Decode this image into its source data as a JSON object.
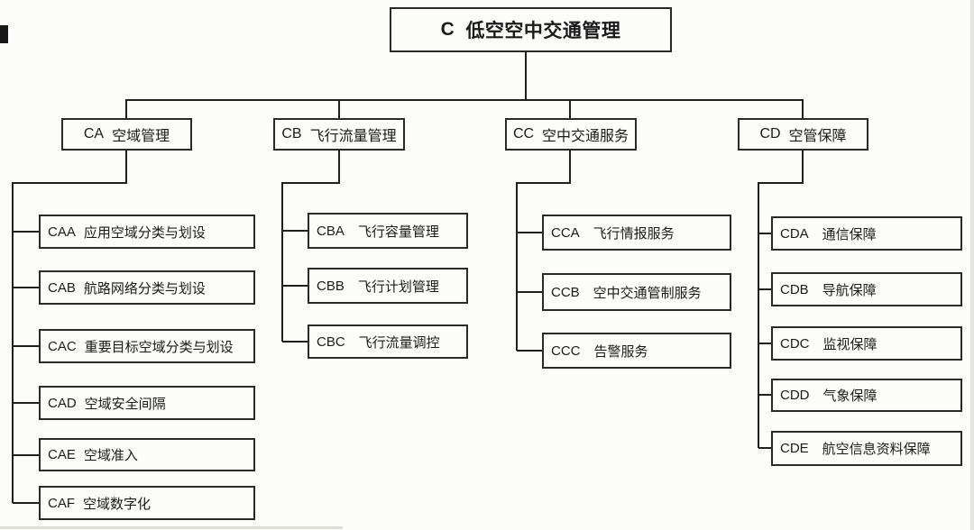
{
  "tree": {
    "root": {
      "code": "C",
      "name": "低空空中交通管理"
    },
    "branches": [
      {
        "code": "CA",
        "name": "空域管理",
        "children": [
          {
            "code": "CAA",
            "name": "应用空域分类与划设"
          },
          {
            "code": "CAB",
            "name": "航路网络分类与划设"
          },
          {
            "code": "CAC",
            "name": "重要目标空域分类与划设"
          },
          {
            "code": "CAD",
            "name": "空域安全间隔"
          },
          {
            "code": "CAE",
            "name": "空域准入"
          },
          {
            "code": "CAF",
            "name": "空域数字化"
          }
        ]
      },
      {
        "code": "CB",
        "name": "飞行流量管理",
        "children": [
          {
            "code": "CBA",
            "name": "飞行容量管理"
          },
          {
            "code": "CBB",
            "name": "飞行计划管理"
          },
          {
            "code": "CBC",
            "name": "飞行流量调控"
          }
        ]
      },
      {
        "code": "CC",
        "name": "空中交通服务",
        "children": [
          {
            "code": "CCA",
            "name": "飞行情报服务"
          },
          {
            "code": "CCB",
            "name": "空中交通管制服务"
          },
          {
            "code": "CCC",
            "name": "告警服务"
          }
        ]
      },
      {
        "code": "CD",
        "name": "空管保障",
        "children": [
          {
            "code": "CDA",
            "name": "通信保障"
          },
          {
            "code": "CDB",
            "name": "导航保障"
          },
          {
            "code": "CDC",
            "name": "监视保障"
          },
          {
            "code": "CDD",
            "name": "气象保障"
          },
          {
            "code": "CDE",
            "name": "航空信息资料保障"
          }
        ]
      }
    ],
    "line_color": "#1f1f1f",
    "box_border_color": "#2a2a2a",
    "background_color": "#fcfcfa"
  }
}
